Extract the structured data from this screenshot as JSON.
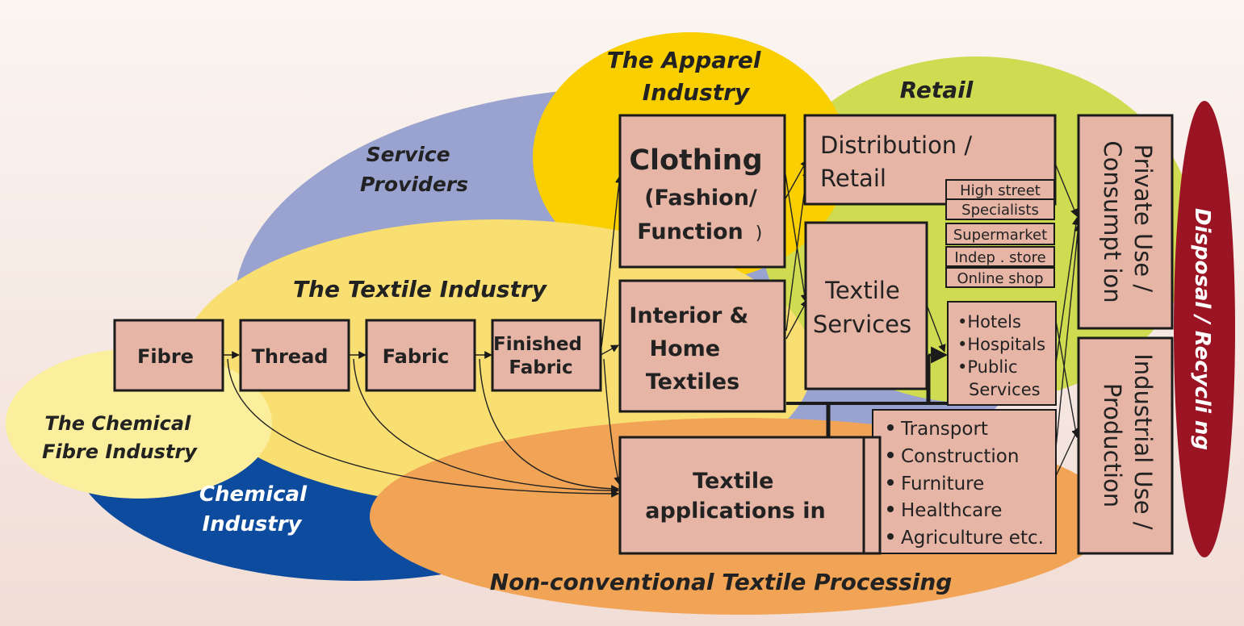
{
  "regions": {
    "service_providers": [
      "Service",
      "Providers"
    ],
    "apparel_industry": [
      "The Apparel",
      "Industry"
    ],
    "retail": "Retail",
    "textile_industry": "The Textile Industry",
    "chemical_fibre": [
      "The  Chemical",
      "Fibre Industry"
    ],
    "chemical_industry": [
      "Chemical",
      "Industry"
    ],
    "non_conventional": "Non-conventional Textile Processing",
    "disposal": "Disposal / Recycli ng"
  },
  "boxes": {
    "fibre": "Fibre",
    "thread": "Thread",
    "fabric": "Fabric",
    "finished_fabric": [
      "Finished",
      "Fabric"
    ],
    "clothing": [
      "Clothing",
      "(Fashion/",
      "Function",
      ")"
    ],
    "interior": [
      "Interior &",
      "Home",
      "Textiles"
    ],
    "distribution": [
      "Distribution /",
      "Retail"
    ],
    "textile_services": [
      "Textile",
      "Services"
    ],
    "textile_apps": [
      "Textile",
      "applications in"
    ],
    "private_use": [
      "Private Use /",
      "Consumpt ion"
    ],
    "industrial_use": [
      "Industrial Use /",
      "Production"
    ]
  },
  "retail_types": [
    "High street",
    "Specialists",
    "Supermarket",
    "Indep . store",
    "Online shop"
  ],
  "service_sectors": [
    "•Hotels",
    "•Hospitals",
    "•Public",
    "Services"
  ],
  "application_sectors": [
    "Transport",
    "Construction",
    "Furniture",
    "Healthcare",
    "Agriculture etc."
  ],
  "colors": {
    "service_providers": "#9aa3cf",
    "apparel": "#f9cf00",
    "retail": "#cfdc52",
    "textile_industry": "#f9de71",
    "chemical_fibre": "#fbee9c",
    "chemical_industry": "#0c4b9e",
    "non_conventional": "#f2a456",
    "disposal": "#9b1424",
    "box": "#e6b5a6"
  }
}
